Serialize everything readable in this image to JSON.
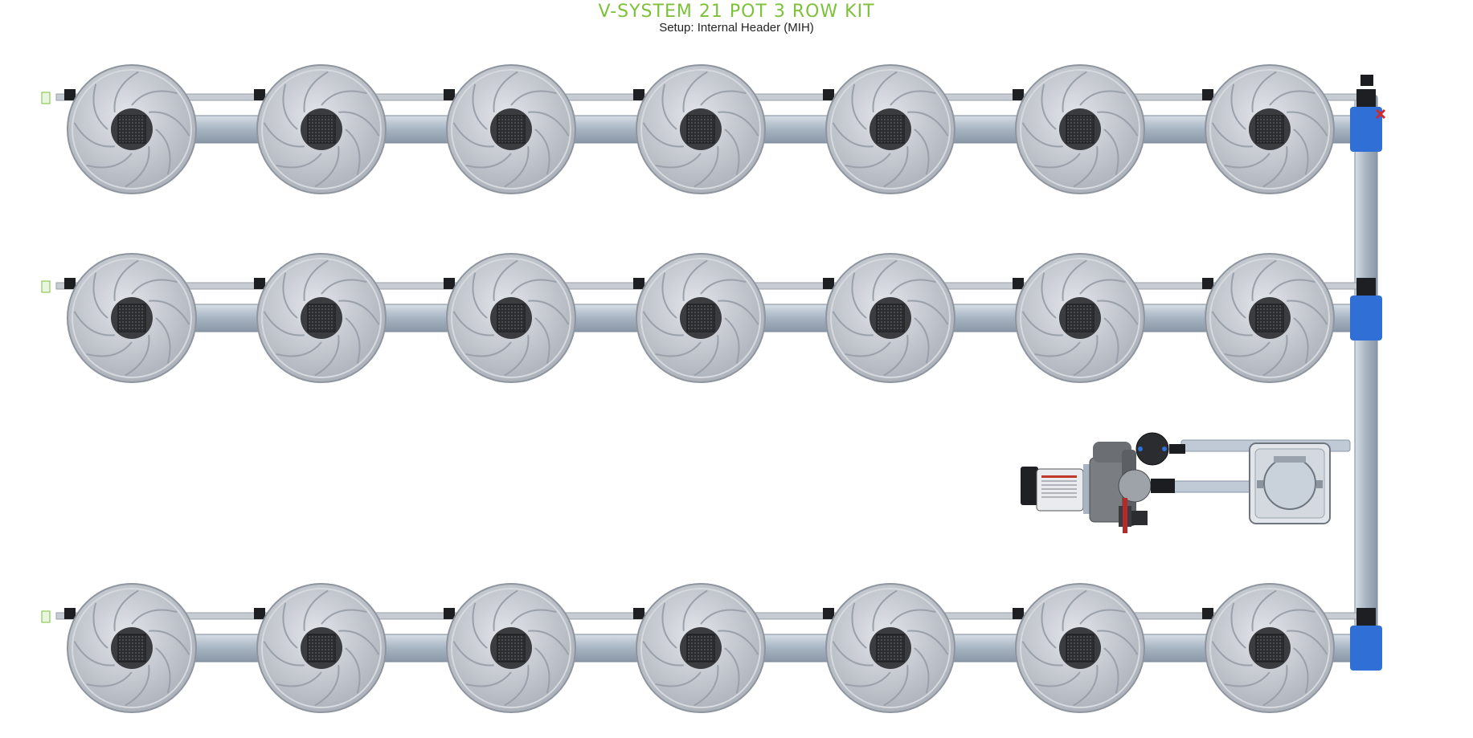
{
  "header": {
    "title": "V-SYSTEM 21 POT 3 ROW KIT",
    "subtitle": "Setup: Internal Header (MIH)"
  },
  "system": {
    "rows": 3,
    "pots_per_row": 7,
    "total_pots": 21
  },
  "colors": {
    "title": "#7dc13a",
    "pot_rim": "#c9ced6",
    "pot_body": "#b7bcc4",
    "pot_center": "#3a3c40",
    "hose_blue": "#2f6fd6",
    "pipe": "#a9b7c6",
    "fitting_dark": "#1e1f22",
    "valve_red": "#d22a2a"
  },
  "icons": {
    "pot": "pot-icon",
    "pump": "pump-icon",
    "filter": "filter-icon",
    "reservoir": "reservoir-icon",
    "valve": "valve-icon",
    "drain": "drain-end-cap-icon"
  }
}
